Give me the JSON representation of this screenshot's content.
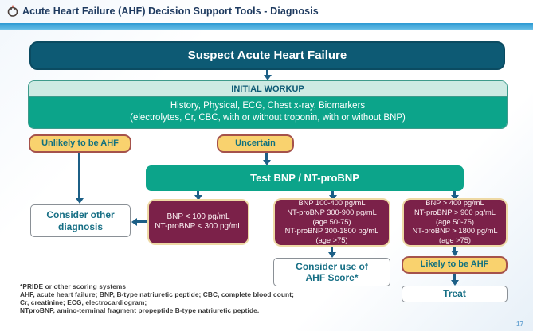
{
  "header": {
    "title": "Acute Heart Failure (AHF) Decision Support Tools - Diagnosis",
    "icon": "heart-monitor-icon"
  },
  "flowchart": {
    "suspect": "Suspect Acute Heart Failure",
    "initial_workup": {
      "header": "INITIAL WORKUP",
      "line1": "History, Physical, ECG, Chest x-ray, Biomarkers",
      "line2": "(electrolytes, Cr, CBC, with or without troponin, with or without BNP)"
    },
    "unlikely": "Unlikely to be AHF",
    "uncertain": "Uncertain",
    "test_bnp": "Test BNP / NT-proBNP",
    "bnp_low": {
      "line1": "BNP < 100 pg/mL",
      "line2": "NT-proBNP < 300 pg/mL"
    },
    "bnp_mid": {
      "line1": "BNP 100-400 pg/mL",
      "line2": "NT-proBNP 300-900 pg/mL",
      "line3": "(age 50-75)",
      "line4": "NT-proBNP 300-1800 pg/mL",
      "line5": "(age >75)"
    },
    "bnp_high": {
      "line1": "BNP > 400 pg/mL",
      "line2": "NT-proBNP > 900 pg/mL",
      "line3": "(age 50-75)",
      "line4": "NT-proBNP > 1800 pg/mL",
      "line5": "(age >75)"
    },
    "consider_other": {
      "line1": "Consider other",
      "line2": "diagnosis"
    },
    "ahf_score": {
      "line1": "Consider use of",
      "line2": "AHF Score*"
    },
    "likely": "Likely to be AHF",
    "treat": "Treat"
  },
  "footnotes": {
    "line1": "*PRIDE or other scoring systems",
    "line2": "AHF, acute heart failure; BNP, B-type natriuretic peptide; CBC, complete blood count;",
    "line3": "Cr, creatinine; ECG, electrocardiogram;",
    "line4": "NTproBNP, amino-terminal fragment propeptide B-type natriuretic peptide."
  },
  "page_number": "17",
  "colors": {
    "title_navy": "#1e3a5f",
    "header_bar_blue": "#3fa5da",
    "dark_teal_box": "#0d5a74",
    "green_box": "#0ca48a",
    "mint_header": "#cdeae3",
    "yellow_box": "#f9d26e",
    "yellow_box_border": "#a5524b",
    "maroon_box": "#7b2149",
    "maroon_box_border": "#eed9a5",
    "arrow": "#1c5f86",
    "teal_text": "#11717f",
    "page_number_blue": "#6fa8d4"
  }
}
